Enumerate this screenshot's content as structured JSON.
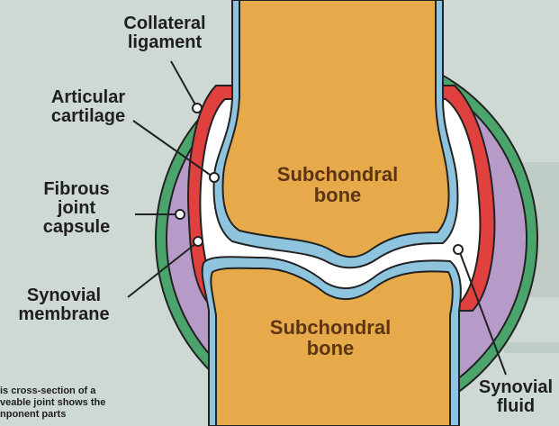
{
  "labels": {
    "collateral_ligament": "Collateral\nligament",
    "articular_cartilage": "Articular\ncartilage",
    "fibrous_joint_capsule": "Fibrous\njoint\ncapsule",
    "synovial_membrane": "Synovial\nmembrane",
    "synovial_fluid": "Synovial\nfluid",
    "subchondral_bone_upper": "Subchondral\nbone",
    "subchondral_bone_lower": "Subchondral\nbone"
  },
  "caption": "is cross-section of a\nveable joint shows the\nnponent parts",
  "colors": {
    "bone": "#e7aa4a",
    "cartilage": "#8ec4de",
    "synovial_fluid": "#ffffff",
    "synovial_membrane": "#e0413f",
    "joint_capsule": "#b69bc8",
    "collateral_ligament": "#4aa46c",
    "background": "#cfd9d4",
    "outline": "#222222"
  }
}
